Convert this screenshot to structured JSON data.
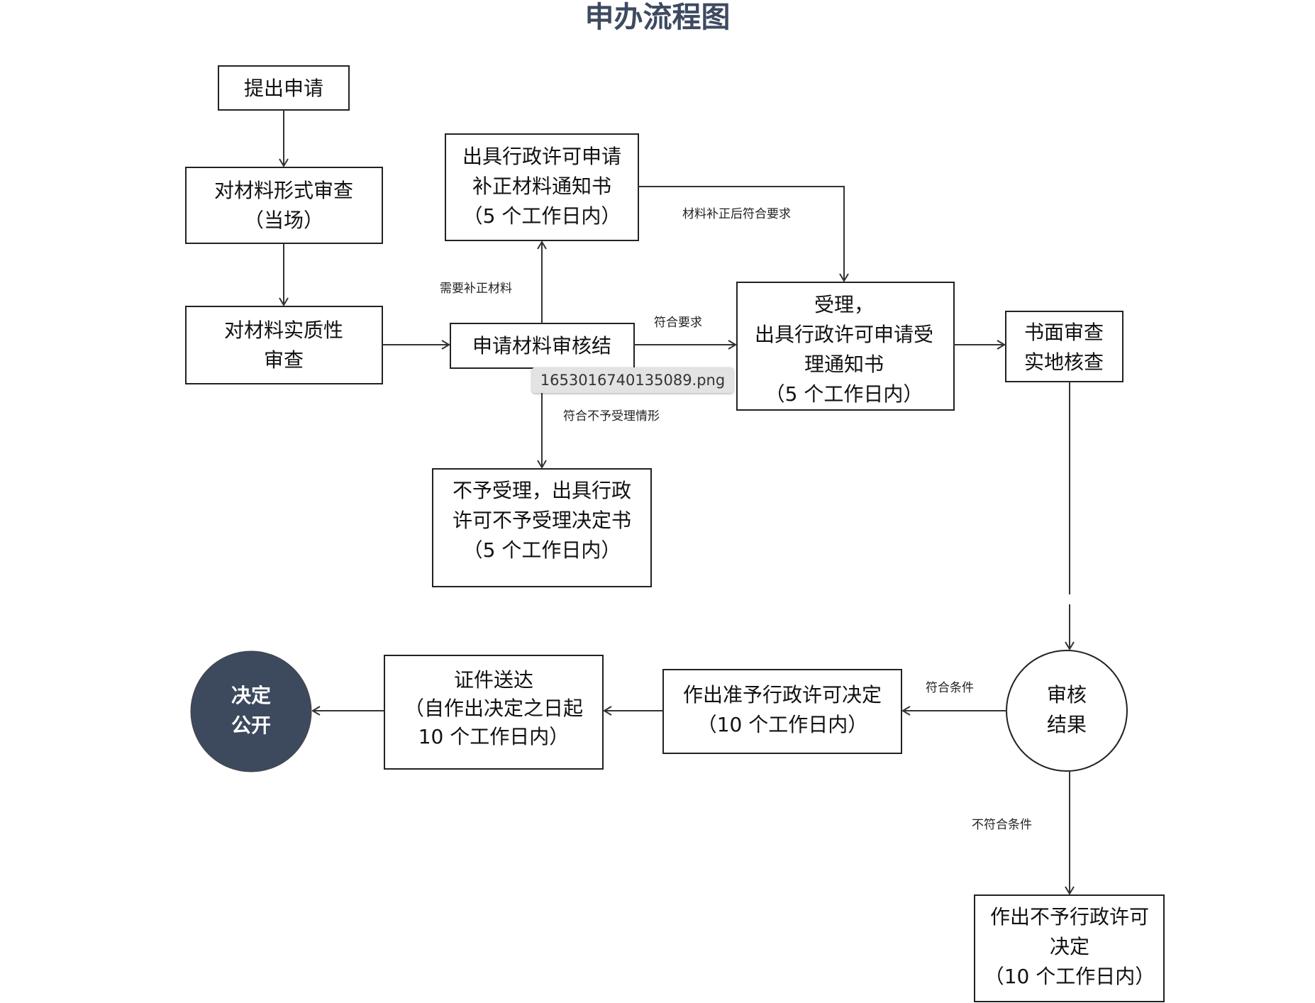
{
  "title": "申办流程图",
  "tooltip": "1653016740135089.png",
  "colors": {
    "title": "#3d4a60",
    "final_node_fill": "#3d4a5d",
    "line": "#333333"
  },
  "nodes": {
    "submit": [
      "提出申请"
    ],
    "form_review": [
      "对材料形式审查",
      "（当场）"
    ],
    "substantive_review": [
      "对材料实质性",
      "审查"
    ],
    "supplement_notice": [
      "出具行政许可申请",
      "补正材料通知书",
      "（5 个工作日内）"
    ],
    "review_conclusion": [
      "申请材料审核结"
    ],
    "acceptance": [
      "受理，",
      "出具行政许可申请受",
      "理通知书",
      "（5 个工作日内）"
    ],
    "written_review": [
      "书面审查",
      "实地核查"
    ],
    "rejection": [
      "不予受理，出具行政",
      "许可不予受理决定书",
      "（5 个工作日内）"
    ],
    "review_result": [
      "审核",
      "结果"
    ],
    "grant_decision": [
      "作出准予行政许可决定",
      "（10 个工作日内）"
    ],
    "certificate_delivery": [
      "证件送达",
      "（自作出决定之日起",
      "10 个工作日内）"
    ],
    "publish_decision": [
      "决定",
      "公开"
    ],
    "deny_decision": [
      "作出不予行政许可",
      "决定",
      "（10 个工作日内）"
    ]
  },
  "edges": {
    "needs_supplement": "需要补正材料",
    "after_supplement": "材料补正后符合要求",
    "meets_requirements": "符合要求",
    "rejection_case": "符合不予受理情形",
    "meets_conditions": "符合条件",
    "not_meet_conditions": "不符合条件"
  }
}
